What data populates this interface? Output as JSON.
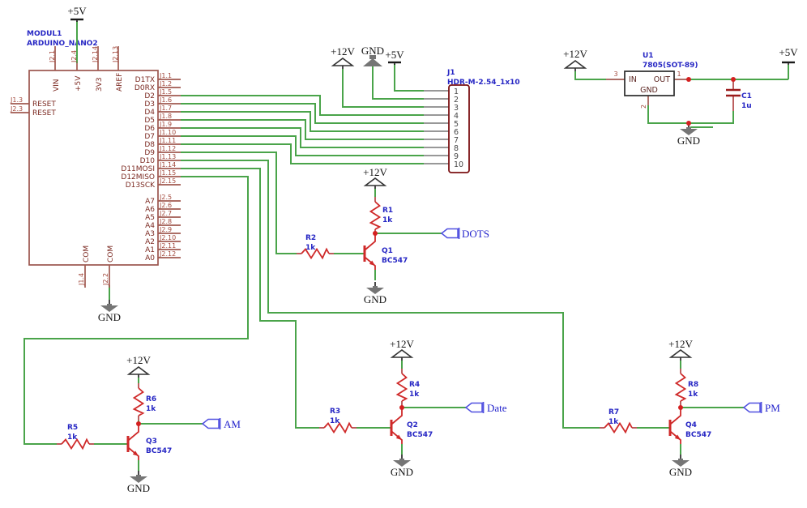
{
  "schematic": {
    "module": {
      "ref": "MODUL1",
      "value": "ARDUINO_NANO2",
      "top_pins": [
        {
          "des": "J2.1",
          "name": "VIN"
        },
        {
          "des": "J2.4",
          "name": "+5V"
        },
        {
          "des": "J2.14",
          "name": "3V3"
        },
        {
          "des": "J2.13",
          "name": "AREF"
        }
      ],
      "left_pins": [
        {
          "des": "J1.3",
          "name": "RESET"
        },
        {
          "des": "J2.3",
          "name": "RESET"
        }
      ],
      "right_pins": [
        {
          "des": "J1.1",
          "name": "D1TX"
        },
        {
          "des": "J1.2",
          "name": "D0RX"
        },
        {
          "des": "J1.5",
          "name": "D2"
        },
        {
          "des": "J1.6",
          "name": "D3"
        },
        {
          "des": "J1.7",
          "name": "D4"
        },
        {
          "des": "J1.8",
          "name": "D5"
        },
        {
          "des": "J1.9",
          "name": "D6"
        },
        {
          "des": "J1.10",
          "name": "D7"
        },
        {
          "des": "J1.11",
          "name": "D8"
        },
        {
          "des": "J1.12",
          "name": "D9"
        },
        {
          "des": "J1.13",
          "name": "D10"
        },
        {
          "des": "J1.14",
          "name": "D11MOSI"
        },
        {
          "des": "J1.15",
          "name": "D12MISO"
        },
        {
          "des": "J2.15",
          "name": "D13SCK"
        },
        {
          "des": "J2.5",
          "name": "A7"
        },
        {
          "des": "J2.6",
          "name": "A6"
        },
        {
          "des": "J2.7",
          "name": "A5"
        },
        {
          "des": "J2.8",
          "name": "A4"
        },
        {
          "des": "J2.9",
          "name": "A3"
        },
        {
          "des": "J2.10",
          "name": "A2"
        },
        {
          "des": "J2.11",
          "name": "A1"
        },
        {
          "des": "J2.12",
          "name": "A0"
        }
      ],
      "bottom_pins": [
        {
          "des": "J1.4",
          "name": "COM"
        },
        {
          "des": "J2.2",
          "name": "COM"
        }
      ]
    },
    "connector": {
      "ref": "J1",
      "value": "HDR-M-2.54_1x10",
      "pins": [
        "1",
        "2",
        "3",
        "4",
        "5",
        "6",
        "7",
        "8",
        "9",
        "10"
      ]
    },
    "regulator": {
      "ref": "U1",
      "value": "7805(SOT-89)",
      "pin_in": "IN",
      "pin_out": "OUT",
      "pin_gnd": "GND",
      "num_in": "3",
      "num_out": "1",
      "num_gnd": "2"
    },
    "capacitor": {
      "ref": "C1",
      "value": "1u"
    },
    "resistors": [
      {
        "ref": "R1",
        "value": "1k"
      },
      {
        "ref": "R2",
        "value": "1k"
      },
      {
        "ref": "R3",
        "value": "1k"
      },
      {
        "ref": "R4",
        "value": "1k"
      },
      {
        "ref": "R5",
        "value": "1k"
      },
      {
        "ref": "R6",
        "value": "1k"
      },
      {
        "ref": "R7",
        "value": "1k"
      },
      {
        "ref": "R8",
        "value": "1k"
      }
    ],
    "transistors": [
      {
        "ref": "Q1",
        "value": "BC547"
      },
      {
        "ref": "Q2",
        "value": "BC547"
      },
      {
        "ref": "Q3",
        "value": "BC547"
      },
      {
        "ref": "Q4",
        "value": "BC547"
      }
    ],
    "flags": {
      "dots": "DOTS",
      "am": "AM",
      "date": "Date",
      "pm": "PM"
    },
    "power": {
      "p5": "+5V",
      "p12": "+12V",
      "gnd": "GND"
    }
  }
}
